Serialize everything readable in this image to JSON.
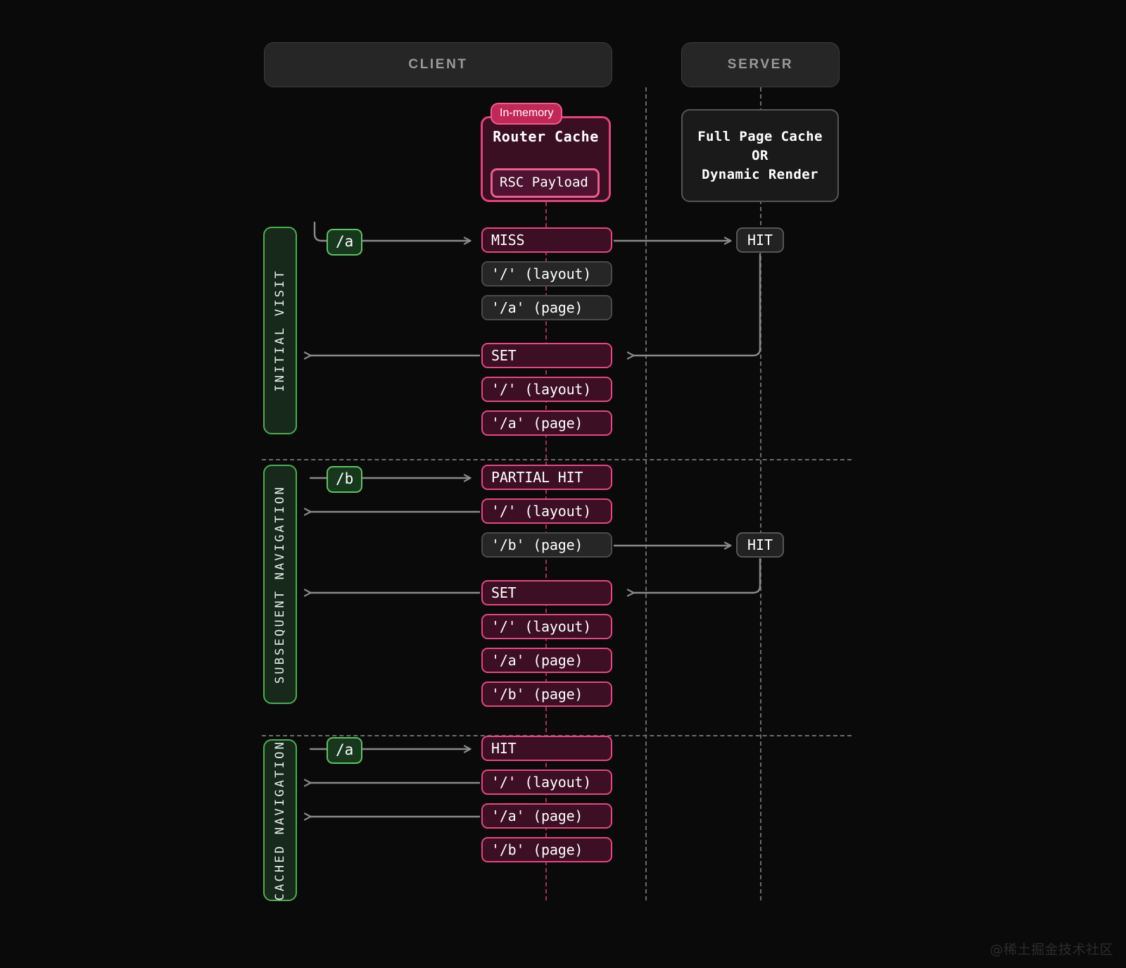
{
  "columns": {
    "client": "CLIENT",
    "server": "SERVER"
  },
  "router_cache": {
    "badge": "In-memory",
    "title": "Router Cache",
    "payload": "RSC Payload"
  },
  "server_cache": {
    "line1": "Full Page Cache",
    "line2": "OR",
    "line3": "Dynamic Render"
  },
  "sections": [
    {
      "label": "INITIAL VISIT",
      "route": "/a",
      "client_events": [
        {
          "text": "MISS",
          "style": "pink"
        },
        {
          "text": "'/' (layout)",
          "style": "gray"
        },
        {
          "text": "'/a' (page)",
          "style": "gray"
        },
        {
          "text": "SET",
          "style": "pink"
        },
        {
          "text": "'/' (layout)",
          "style": "pink"
        },
        {
          "text": "'/a' (page)",
          "style": "pink"
        }
      ],
      "server_events": [
        {
          "text": "HIT"
        }
      ]
    },
    {
      "label": "SUBSEQUENT NAVIGATION",
      "route": "/b",
      "client_events": [
        {
          "text": "PARTIAL HIT",
          "style": "pink"
        },
        {
          "text": "'/' (layout)",
          "style": "pink"
        },
        {
          "text": "'/b' (page)",
          "style": "gray"
        },
        {
          "text": "SET",
          "style": "pink"
        },
        {
          "text": "'/' (layout)",
          "style": "pink"
        },
        {
          "text": "'/a' (page)",
          "style": "pink"
        },
        {
          "text": "'/b' (page)",
          "style": "pink"
        }
      ],
      "server_events": [
        {
          "text": "HIT"
        }
      ]
    },
    {
      "label": "CACHED NAVIGATION",
      "route": "/a",
      "client_events": [
        {
          "text": "HIT",
          "style": "pink"
        },
        {
          "text": "'/' (layout)",
          "style": "pink"
        },
        {
          "text": "'/a' (page)",
          "style": "pink"
        },
        {
          "text": "'/b' (page)",
          "style": "pink"
        }
      ],
      "server_events": []
    }
  ],
  "watermark": "@稀土掘金技术社区",
  "colors": {
    "background": "#0a0a0a",
    "accent_pink": "#e8467f",
    "accent_green": "#5cc463",
    "line_gray": "#8a8a8a",
    "pink_lifeline": "#a03355"
  }
}
